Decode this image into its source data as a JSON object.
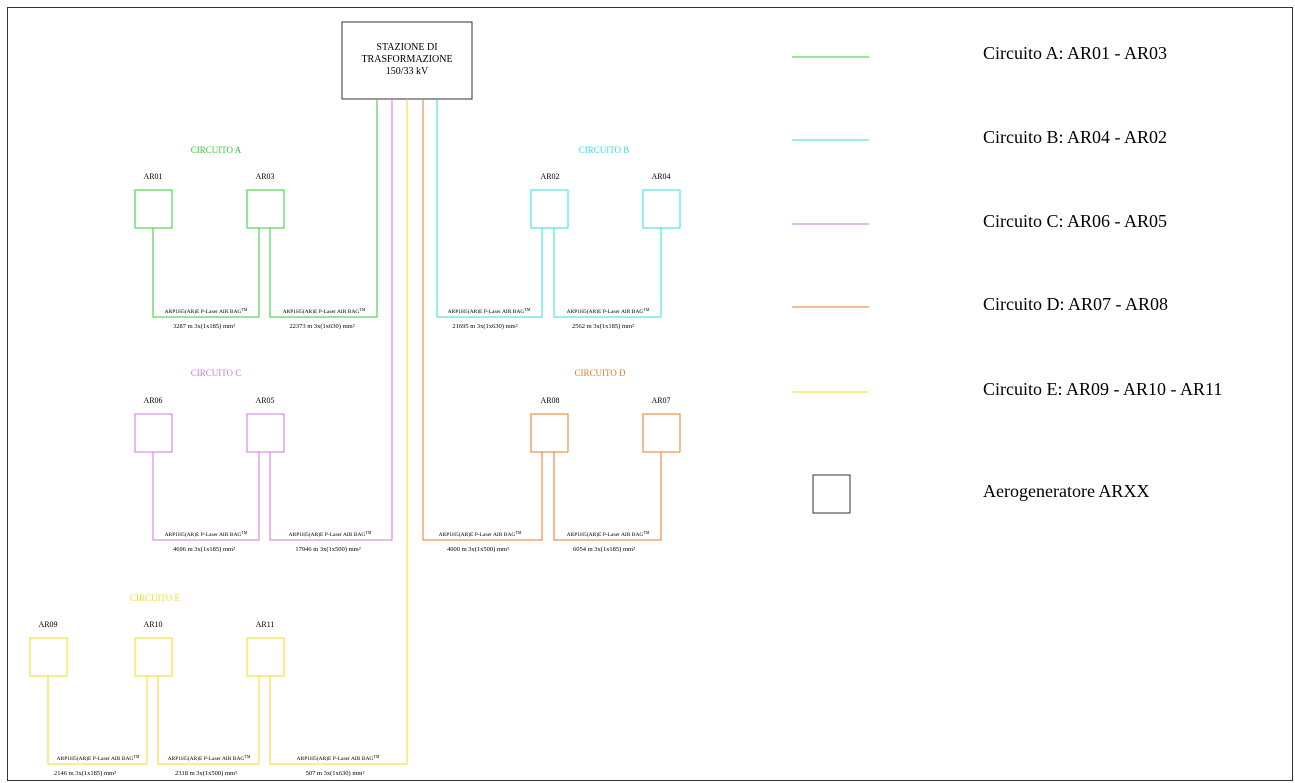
{
  "colors": {
    "A": "#33cc33",
    "B": "#33dddd",
    "C": "#cc77dd",
    "D": "#ee7722",
    "E": "#eedd22",
    "frame": "#333333",
    "text": "#000000"
  },
  "station": {
    "line1": "STAZIONE DI",
    "line2": "TRASFORMAZIONE",
    "line3": "150/33 kV"
  },
  "circuits": [
    {
      "id": "A",
      "title": "CIRCUITO A",
      "turbines": [
        "AR01",
        "AR03"
      ],
      "cables": [
        {
          "type": "ARP1H5(AR)E P-Laser AIR BAG",
          "tm": "TM",
          "spec": "3287  m 3x(1x185) mm²"
        },
        {
          "type": "ARP1H5(AR)E P-Laser AIR BAG",
          "tm": "TM",
          "spec": "22373  m 3x(1x630) mm²"
        }
      ]
    },
    {
      "id": "B",
      "title": "CIRCUITO B",
      "turbines": [
        "AR02",
        "AR04"
      ],
      "cables": [
        {
          "type": "ARP1H5(AR)E P-Laser AIR BAG",
          "tm": "TM",
          "spec": "21695  m 3x(1x630) mm²"
        },
        {
          "type": "ARP1H5(AR)E P-Laser AIR BAG",
          "tm": "TM",
          "spec": "2562  m 3x(1x185) mm²"
        }
      ]
    },
    {
      "id": "C",
      "title": "CIRCUITO C",
      "turbines": [
        "AR06",
        "AR05"
      ],
      "cables": [
        {
          "type": "ARP1H5(AR)E P-Laser AIR BAG",
          "tm": "TM",
          "spec": "4696  m 3x(1x185) mm²"
        },
        {
          "type": "ARP1H5(AR)E P-Laser AIR BAG",
          "tm": "TM",
          "spec": "17946  m 3x(1x500) mm²"
        }
      ]
    },
    {
      "id": "D",
      "title": "CIRCUITO D",
      "turbines": [
        "AR08",
        "AR07"
      ],
      "cables": [
        {
          "type": "ARP1H5(AR)E P-Laser AIR BAG",
          "tm": "TM",
          "spec": "4000  m 3x(1x500) mm²"
        },
        {
          "type": "ARP1H5(AR)E P-Laser AIR BAG",
          "tm": "TM",
          "spec": "6054  m 3x(1x185) mm²"
        }
      ]
    },
    {
      "id": "E",
      "title": "CIRCUITO E",
      "turbines": [
        "AR09",
        "AR10",
        "AR11"
      ],
      "cables": [
        {
          "type": "ARP1H5(AR)E P-Laser AIR BAG",
          "tm": "TM",
          "spec": "2146  m 3x(1x185) mm²"
        },
        {
          "type": "ARP1H5(AR)E P-Laser AIR BAG",
          "tm": "TM",
          "spec": "2318  m 3x(1x500) mm²"
        },
        {
          "type": "ARP1H5(AR)E P-Laser AIR BAG",
          "tm": "TM",
          "spec": "507  m 3x(1x630) mm²"
        }
      ]
    }
  ],
  "legend": {
    "A": "Circuito A: AR01 - AR03",
    "B": "Circuito B: AR04 - AR02",
    "C": "Circuito C: AR06 - AR05",
    "D": "Circuito D: AR07 - AR08",
    "E": "Circuito E: AR09 - AR10 - AR11",
    "turbine": "Aerogeneratore ARXX"
  }
}
